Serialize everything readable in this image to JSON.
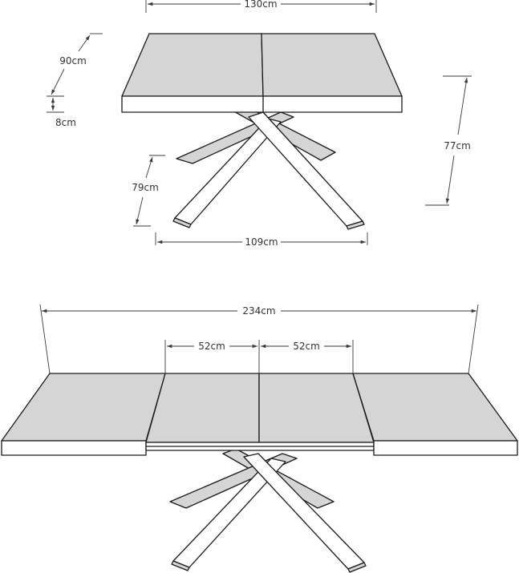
{
  "colors": {
    "tabletop": "#d5d5d5",
    "line": "#1a1a1a",
    "dimension": "#3a3a3a"
  },
  "closed": {
    "width_label": "130cm",
    "depth_label": "90cm",
    "top_thickness_label": "8cm",
    "height_label": "77cm",
    "leg_depth_label": "79cm",
    "leg_width_label": "109cm"
  },
  "extended": {
    "total_length_label": "234cm",
    "left_leaf_label": "52cm",
    "right_leaf_label": "52cm"
  }
}
